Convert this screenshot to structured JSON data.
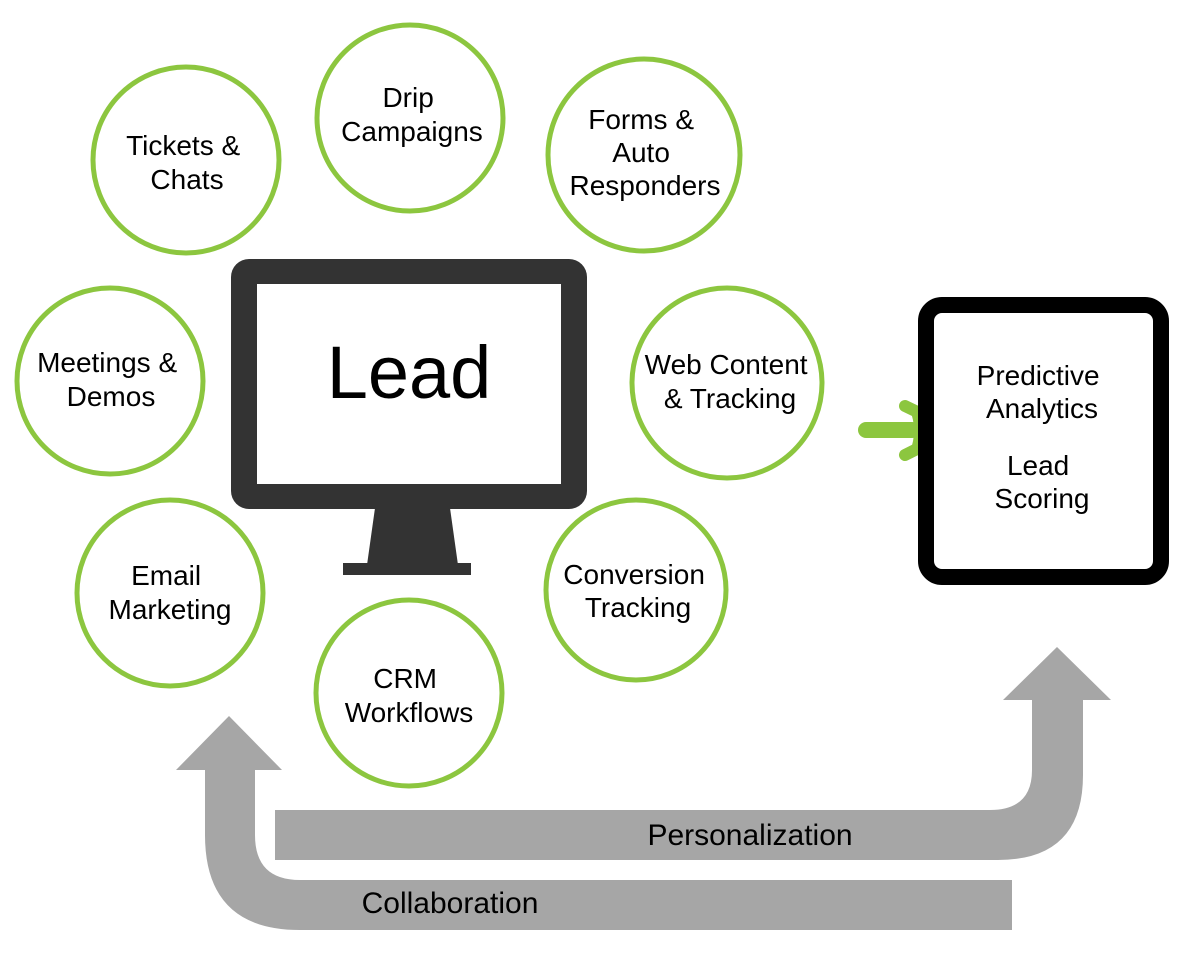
{
  "center": {
    "label": "Lead"
  },
  "bubbles": [
    {
      "id": "drip-campaigns",
      "lines": [
        "Drip",
        "Campaigns"
      ]
    },
    {
      "id": "forms-auto-responders",
      "lines": [
        "Forms &",
        "Auto",
        "Responders"
      ]
    },
    {
      "id": "tickets-chats",
      "lines": [
        "Tickets &",
        "Chats"
      ]
    },
    {
      "id": "meetings-demos",
      "lines": [
        "Meetings &",
        "Demos"
      ]
    },
    {
      "id": "web-content-tracking",
      "lines": [
        "Web Content",
        "& Tracking"
      ]
    },
    {
      "id": "email-marketing",
      "lines": [
        "Email",
        "Marketing"
      ]
    },
    {
      "id": "conversion-tracking",
      "lines": [
        "Conversion",
        "Tracking"
      ]
    },
    {
      "id": "crm-workflows",
      "lines": [
        "CRM",
        "Workflows"
      ]
    }
  ],
  "tablet": {
    "line1": "Predictive",
    "line2": "Analytics",
    "line3": "Lead",
    "line4": "Scoring"
  },
  "arrows": {
    "personalization": "Personalization",
    "collaboration": "Collaboration"
  },
  "colors": {
    "bubble_stroke": "#8cc63f",
    "monitor": "#333333",
    "green_arrow": "#8cc63f",
    "gray_arrow": "#a6a6a6",
    "tablet_frame": "#000000"
  }
}
